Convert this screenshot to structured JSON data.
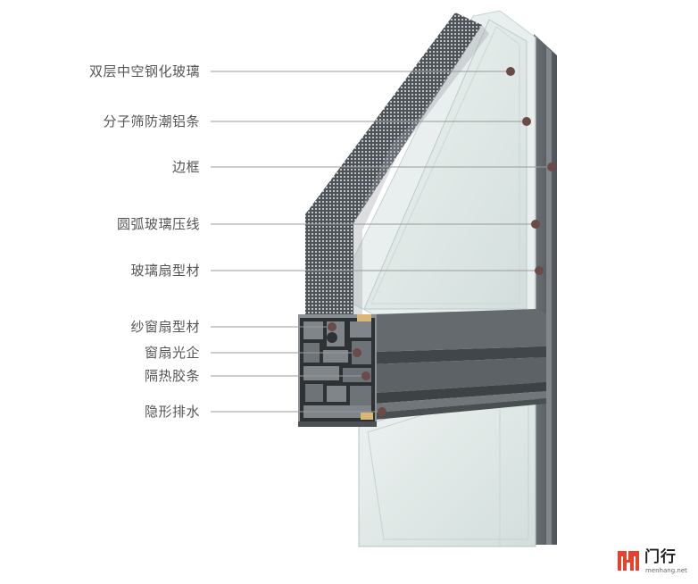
{
  "callouts": [
    {
      "id": "insulated-glass",
      "label": "双层中空钢化玻璃"
    },
    {
      "id": "molecular-sieve-spacer",
      "label": "分子筛防潮铝条"
    },
    {
      "id": "frame",
      "label": "边框"
    },
    {
      "id": "arc-glazing-bead",
      "label": "圆弧玻璃压线"
    },
    {
      "id": "glass-sash-profile",
      "label": "玻璃扇型材"
    },
    {
      "id": "screen-sash-profile",
      "label": "纱窗扇型材"
    },
    {
      "id": "sash-light",
      "label": "窗扇光企"
    },
    {
      "id": "thermal-break-strip",
      "label": "隔热胶条"
    },
    {
      "id": "hidden-drainage",
      "label": "隐形排水"
    }
  ],
  "logo": {
    "name": "门行",
    "url": "menhang.net",
    "color": "#e2452b"
  },
  "colors": {
    "profile": "#5c6265",
    "profile_dark": "#3a3f42",
    "glass": "#dfe9e7",
    "screen": "#4a4f55",
    "leader": "#999999",
    "marker": "#6b4a48"
  }
}
